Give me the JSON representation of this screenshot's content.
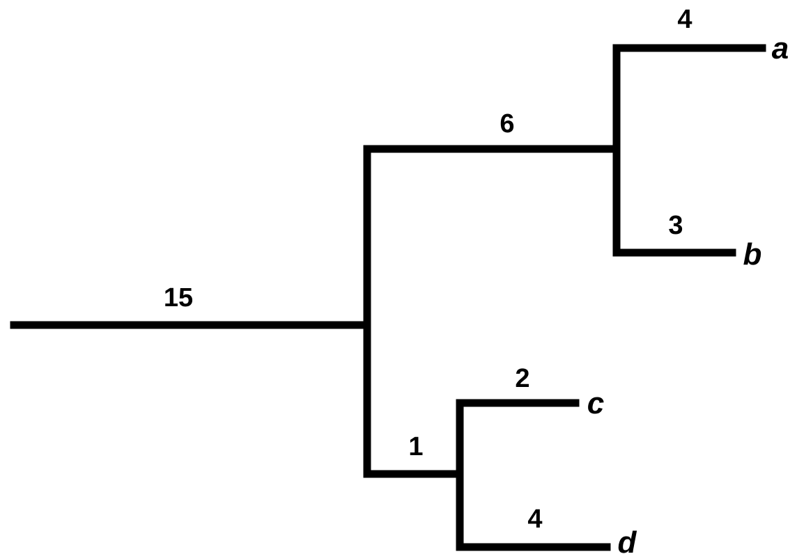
{
  "tree": {
    "color": "#000000",
    "branch_lengths": {
      "root": "15",
      "upper_clade": "6",
      "a": "4",
      "b": "3",
      "lower_clade": "1",
      "c": "2",
      "d": "4"
    },
    "leaves": {
      "a": "a",
      "b": "b",
      "c": "c",
      "d": "d"
    }
  }
}
